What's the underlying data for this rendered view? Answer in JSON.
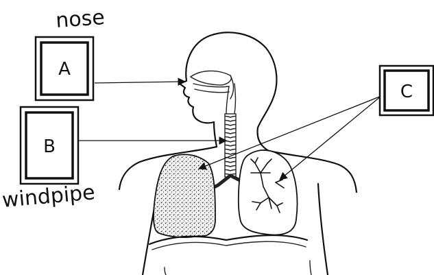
{
  "labels": {
    "box_a": "A",
    "box_b": "B",
    "box_c": "C",
    "annotation_nose": "nose",
    "annotation_windpipe": "windpipe"
  }
}
